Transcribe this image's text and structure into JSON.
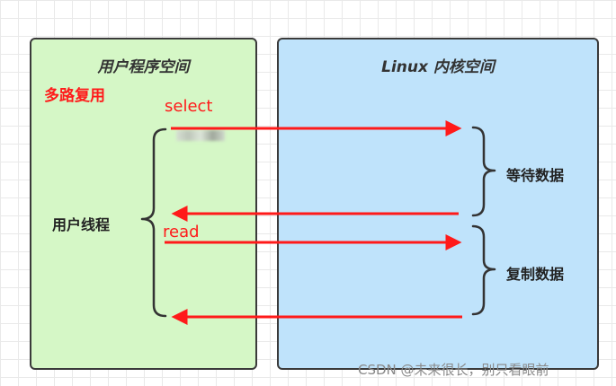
{
  "user_space": {
    "title": "用户程序空间",
    "label_multiplex": "多路复用",
    "thread_label": "用户线程"
  },
  "kernel_space": {
    "title": "Linux 内核空间",
    "wait_label": "等待数据",
    "copy_label": "复制数据"
  },
  "calls": {
    "select": "select",
    "read": "read"
  },
  "watermark": "CSDN @未来很长，别只看眼前",
  "colors": {
    "user_bg": "#d5f7c6",
    "kernel_bg": "#bfe3fb",
    "arrow": "#ff1a1a",
    "border": "#3a3a3a"
  }
}
